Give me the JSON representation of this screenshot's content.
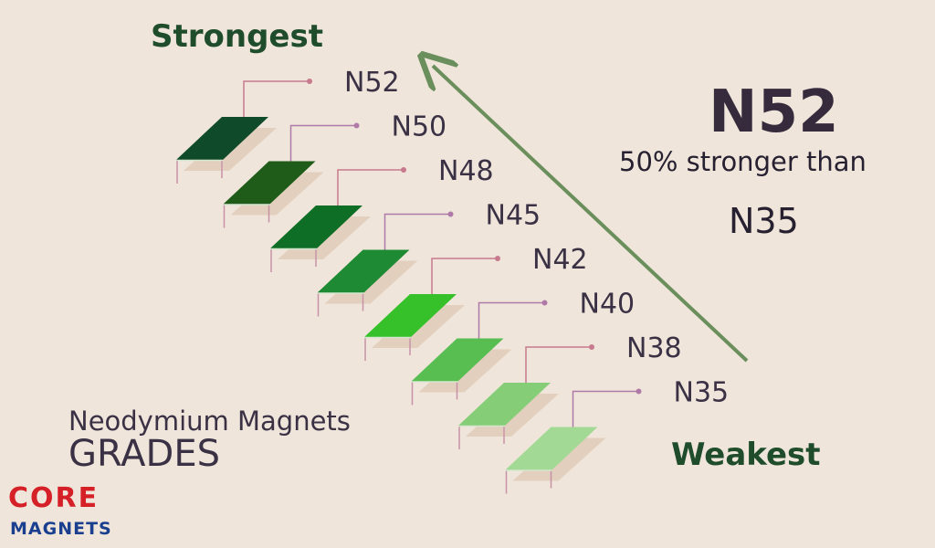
{
  "header": {
    "strongest": "Strongest",
    "weakest": "Weakest"
  },
  "callout": {
    "grade": "N52",
    "comparison": "50% stronger than",
    "reference": "N35"
  },
  "caption": {
    "subtitle": "Neodymium Magnets",
    "title": "GRADES"
  },
  "logo": {
    "line1": "CORE",
    "line2": "MAGNETS"
  },
  "colors": {
    "arrow": "#6b8f5c",
    "accent_dark": "#1f4d2c",
    "logo_red": "#d62028",
    "logo_blue": "#1b3f8f"
  },
  "grades": [
    {
      "label": "N52",
      "color": "#0f4a2a"
    },
    {
      "label": "N50",
      "color": "#1f5c1a"
    },
    {
      "label": "N48",
      "color": "#0f6e26"
    },
    {
      "label": "N45",
      "color": "#1e8a34"
    },
    {
      "label": "N42",
      "color": "#36c12b"
    },
    {
      "label": "N40",
      "color": "#58be51"
    },
    {
      "label": "N38",
      "color": "#86cd78"
    },
    {
      "label": "N35",
      "color": "#a2d995"
    }
  ]
}
